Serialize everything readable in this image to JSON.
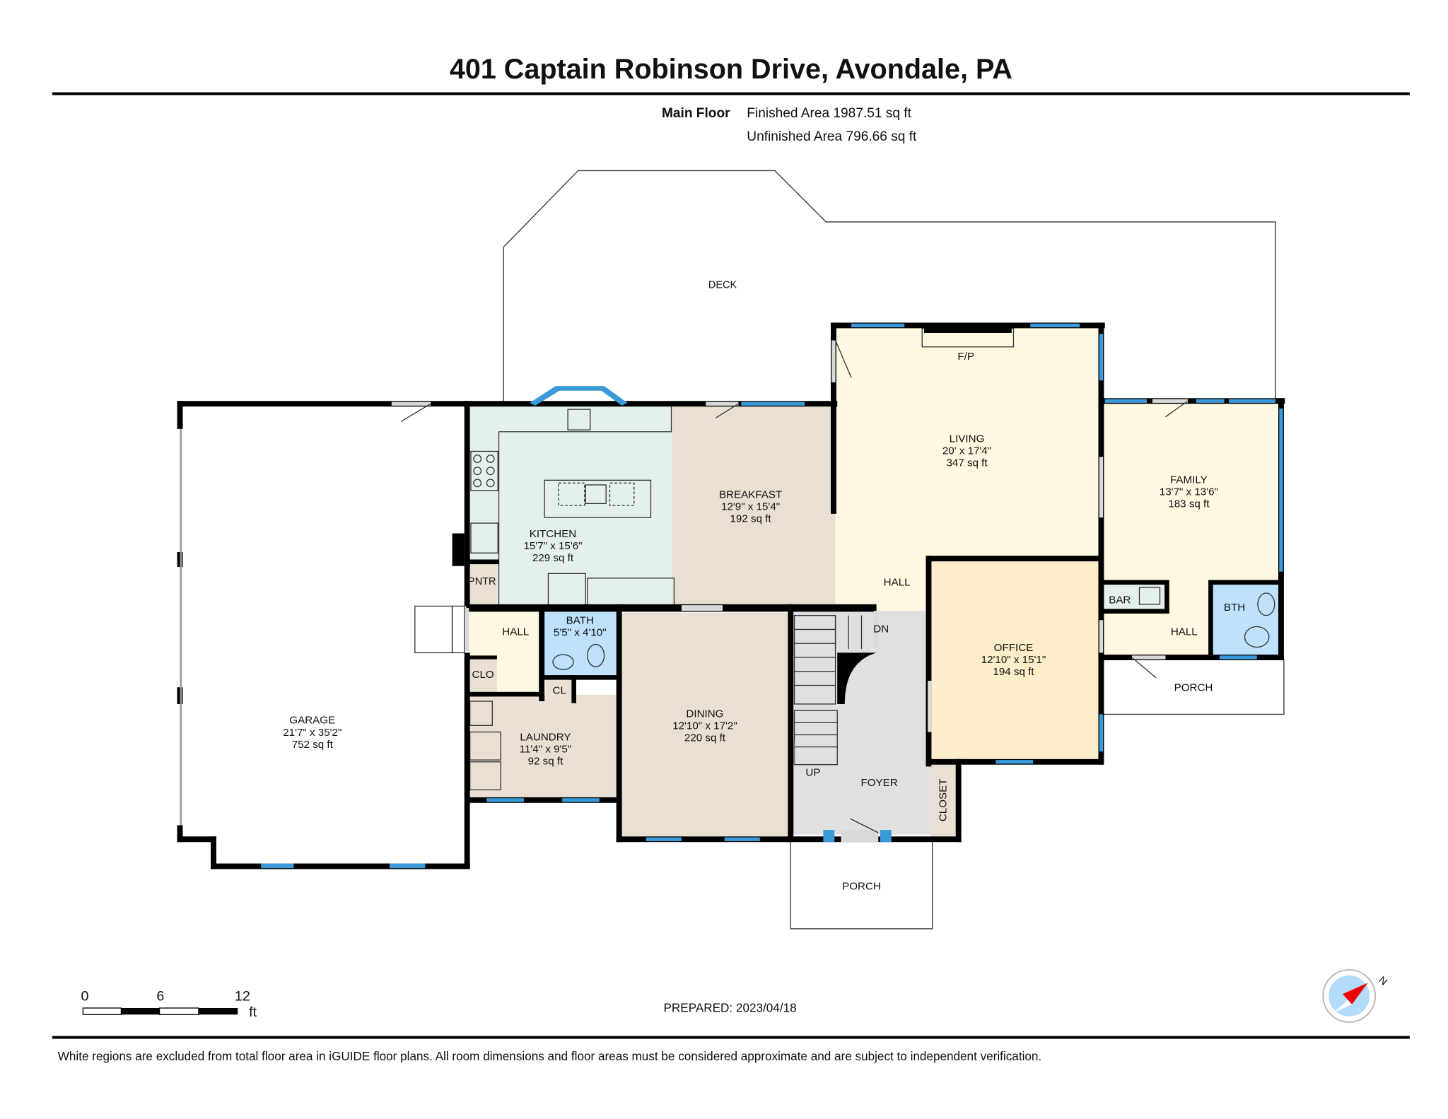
{
  "header": {
    "title": "401 Captain Robinson Drive, Avondale, PA",
    "floor_label": "Main Floor",
    "finished_area": "Finished Area 1987.51 sq ft",
    "unfinished_area": "Unfinished Area 796.66 sq ft"
  },
  "colors": {
    "kitchen": "#e4f1ea",
    "breakfast": "#e9e0d3",
    "living": "#fef7e2",
    "office": "#fdedc8",
    "bath": "#bfe1fb",
    "foyer": "#e0e0e0",
    "utility": "#e9e0d3",
    "window": "#3a9ad9",
    "wall": "#000000"
  },
  "rooms": {
    "deck": {
      "name": "DECK"
    },
    "garage": {
      "name": "GARAGE",
      "dims": "21'7\" x 35'2\"",
      "area": "752 sq ft"
    },
    "kitchen": {
      "name": "KITCHEN",
      "dims": "15'7\" x 15'6\"",
      "area": "229 sq ft"
    },
    "breakfast": {
      "name": "BREAKFAST",
      "dims": "12'9\" x 15'4\"",
      "area": "192 sq ft"
    },
    "living": {
      "name": "LIVING",
      "dims": "20' x 17'4\"",
      "area": "347 sq ft",
      "fp": "F/P"
    },
    "family": {
      "name": "FAMILY",
      "dims": "13'7\" x 13'6\"",
      "area": "183 sq ft"
    },
    "pantry": {
      "name": "PNTR"
    },
    "hall_left": {
      "name": "HALL"
    },
    "bath": {
      "name": "BATH",
      "dims": "5'5\" x 4'10\""
    },
    "clo": {
      "name": "CLO"
    },
    "cl": {
      "name": "CL"
    },
    "laundry": {
      "name": "LAUNDRY",
      "dims": "11'4\" x 9'5\"",
      "area": "92 sq ft"
    },
    "dining": {
      "name": "DINING",
      "dims": "12'10\" x 17'2\"",
      "area": "220 sq ft"
    },
    "hall_center": {
      "name": "HALL"
    },
    "stairs_dn": {
      "name": "DN"
    },
    "stairs_up": {
      "name": "UP"
    },
    "foyer": {
      "name": "FOYER"
    },
    "closet": {
      "name": "CLOSET"
    },
    "office": {
      "name": "OFFICE",
      "dims": "12'10\" x 15'1\"",
      "area": "194 sq ft"
    },
    "bar": {
      "name": "BAR"
    },
    "bth": {
      "name": "BTH"
    },
    "hall_right": {
      "name": "HALL"
    },
    "porch_right": {
      "name": "PORCH"
    },
    "porch_front": {
      "name": "PORCH"
    }
  },
  "scale": {
    "ticks": [
      "0",
      "6",
      "12"
    ],
    "unit": "ft"
  },
  "prepared": "PREPARED: 2023/04/18",
  "compass": {
    "label": "N",
    "icon": "compass-icon"
  },
  "footer": {
    "disclaimer": "White regions are excluded from total floor area in iGUIDE floor plans. All room dimensions and floor areas must be considered approximate and are subject to independent verification."
  }
}
